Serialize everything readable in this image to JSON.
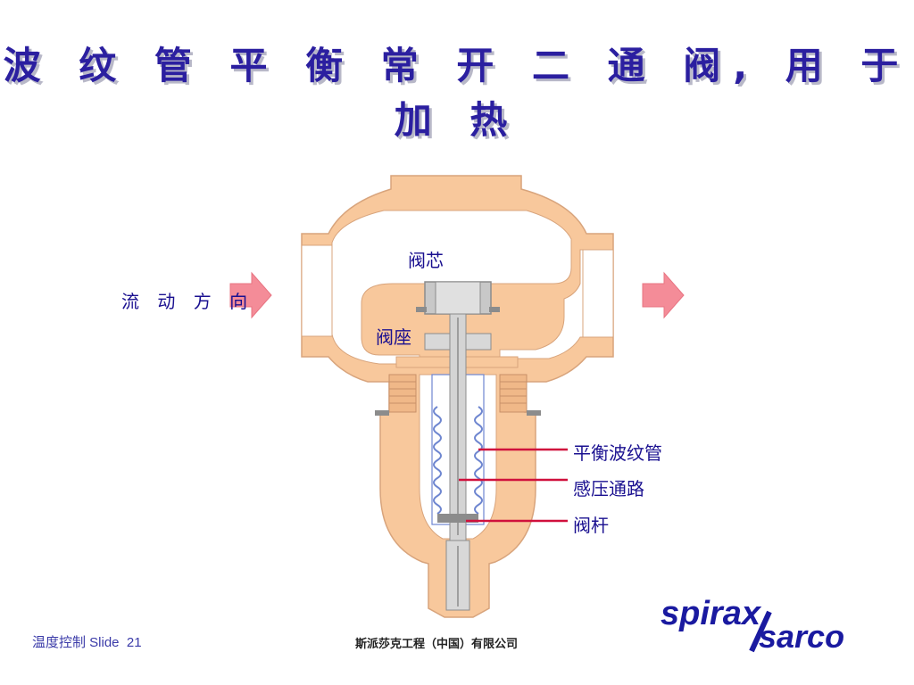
{
  "title": "波 纹 管 平 衡 常 开 二 通 阀, 用 于 加 热",
  "labels": {
    "flow_direction": "流 动 方 向",
    "valve_core": "阀芯",
    "valve_seat": "阀座",
    "balance_bellows": "平衡波纹管",
    "pressure_sensing_passage": "感压通路",
    "valve_stem": "阀杆"
  },
  "footer": {
    "section": "温度控制 Slide",
    "slide_number": "21",
    "company": "斯派莎克工程（中国）有限公司"
  },
  "logo": {
    "line1": "spirax",
    "line2": "sarco",
    "color": "#1a1aa0"
  },
  "colors": {
    "body": "#f8c89c",
    "body_stroke": "#d8a47c",
    "metal": "#c8c8c8",
    "metal_dark": "#8c8c8c",
    "bellows": "#6e86d0",
    "leader": "#d0103c",
    "arrow": "#f48c98"
  }
}
